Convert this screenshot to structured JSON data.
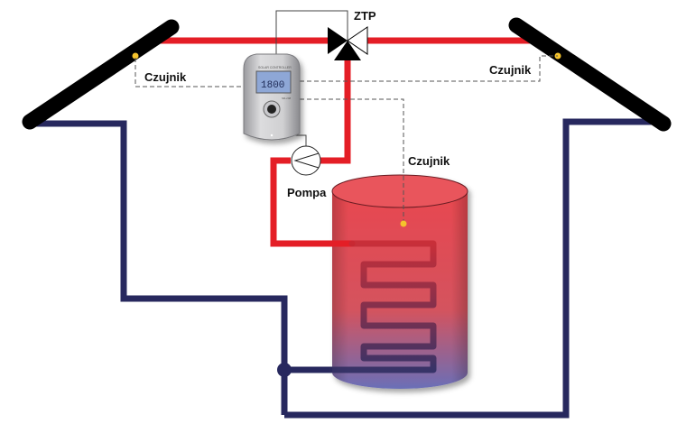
{
  "diagram": {
    "title": "Solar water heating system schematic",
    "labels": {
      "valve": "ZTP",
      "sensor_left": "Czujnik",
      "sensor_right": "Czujnik",
      "sensor_tank": "Czujnik",
      "pump": "Pompa"
    },
    "controller": {
      "header_text": "SOLAR CONTROLLER",
      "display_text": "1800",
      "model_text": "SR-208"
    },
    "colors": {
      "hot_pipe": "#e41e26",
      "cold_pipe": "#27285e",
      "collector": "#000000",
      "sensor_dot": "#f5c32c",
      "tank_top": "#e8474f",
      "tank_bottom": "#6a6fb7",
      "sensor_wire": "#555555"
    },
    "components": [
      {
        "id": "collector-left",
        "type": "solar collector"
      },
      {
        "id": "collector-right",
        "type": "solar collector"
      },
      {
        "id": "three-way-valve",
        "type": "valve",
        "label": "ZTP"
      },
      {
        "id": "controller",
        "type": "solar controller"
      },
      {
        "id": "pump",
        "type": "circulation pump",
        "label": "Pompa"
      },
      {
        "id": "storage-tank",
        "type": "hot water tank with coil"
      }
    ]
  }
}
